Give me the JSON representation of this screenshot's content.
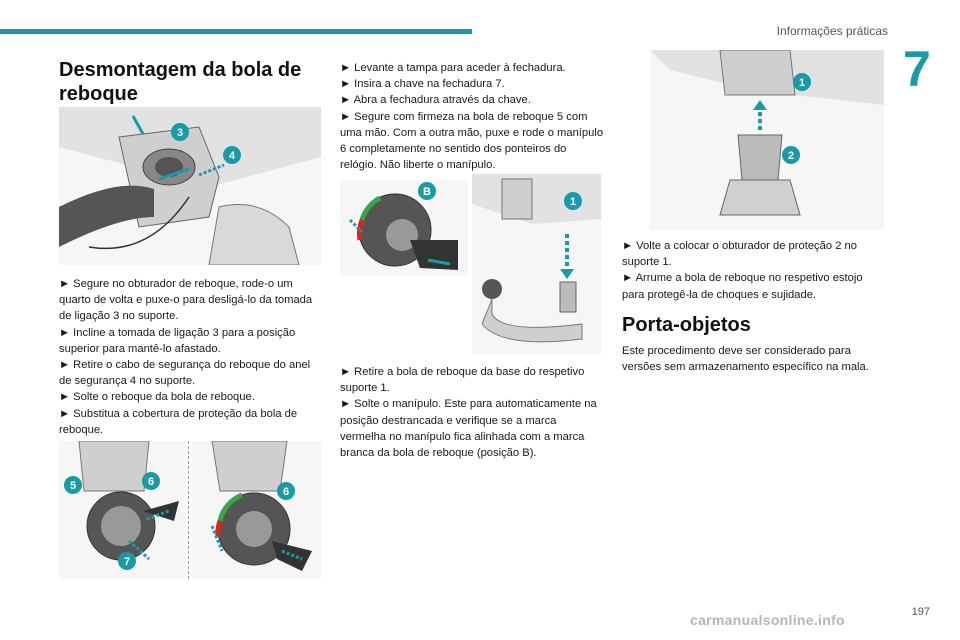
{
  "header": {
    "section": "Informações práticas",
    "chapter": "7"
  },
  "col1": {
    "title": "Desmontagem da bola de reboque",
    "steps": [
      "► Segure no obturador de reboque, rode-o um quarto de volta e puxe-o para desligá-lo da tomada de ligação 3 no suporte.",
      "► Incline a tomada de ligação 3 para a posição superior para mantê-lo afastado.",
      "► Retire o cabo de segurança do reboque do anel de segurança 4 no suporte.",
      "► Solte o reboque da bola de reboque.",
      "► Substitua a cobertura de proteção da bola de reboque."
    ]
  },
  "col2": {
    "steps": [
      "► Levante a tampa para aceder à fechadura.",
      "► Insira a chave na fechadura 7.",
      "► Abra a fechadura através da chave.",
      "► Segure com firmeza na bola de reboque 5 com uma mão. Com a outra mão, puxe e rode o manípulo 6 completamente no sentido dos ponteiros do relógio. Não liberte o manípulo."
    ],
    "steps2": [
      "► Retire a bola de reboque da base do respetivo suporte 1.",
      "► Solte o manípulo. Este para automaticamente na posição destrancada e verifique se a marca vermelha no manípulo fica alinhada com a marca branca da bola de reboque (posição B)."
    ]
  },
  "col3": {
    "steps": [
      "► Volte a colocar o obturador de proteção 2 no suporte 1.",
      "► Arrume a bola de reboque no respetivo estojo para protegê-la de choques e sujidade."
    ],
    "title": "Porta-objetos",
    "body": "Este procedimento deve ser considerado para versões sem armazenamento específico na mala."
  },
  "labels": {
    "l3": "3",
    "l4": "4",
    "l5": "5",
    "l6a": "6",
    "l7": "7",
    "l6b": "6",
    "lB": "B",
    "l1a": "1",
    "l1b": "1",
    "l2": "2"
  },
  "footer": {
    "page": "197",
    "watermark": "carmanualsonline.info"
  },
  "colors": {
    "accent": "#1a9aa8"
  }
}
